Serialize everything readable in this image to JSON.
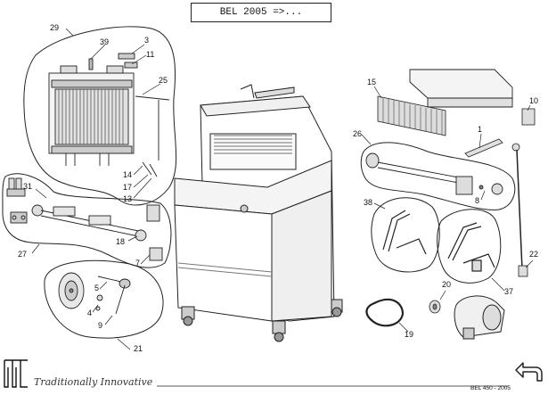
{
  "header": {
    "title": "BEL 2005 =>..."
  },
  "footer": {
    "brand": "Traditionally Innovative",
    "model_code": "BEL 450 - 2005"
  },
  "icons": {
    "logo": "jac-logo",
    "back": "return-arrow-icon"
  },
  "parts": {
    "p1": "1",
    "p3": "3",
    "p4": "4",
    "p5": "5",
    "p7": "7",
    "p8": "8",
    "p9": "9",
    "p10": "10",
    "p11": "11",
    "p13": "13",
    "p14": "14",
    "p15": "15",
    "p17": "17",
    "p18": "18",
    "p19": "19",
    "p20": "20",
    "p21": "21",
    "p22": "22",
    "p25": "25",
    "p26": "26",
    "p27": "27",
    "p29": "29",
    "p31": "31",
    "p37": "37",
    "p38": "38",
    "p39": "39"
  }
}
